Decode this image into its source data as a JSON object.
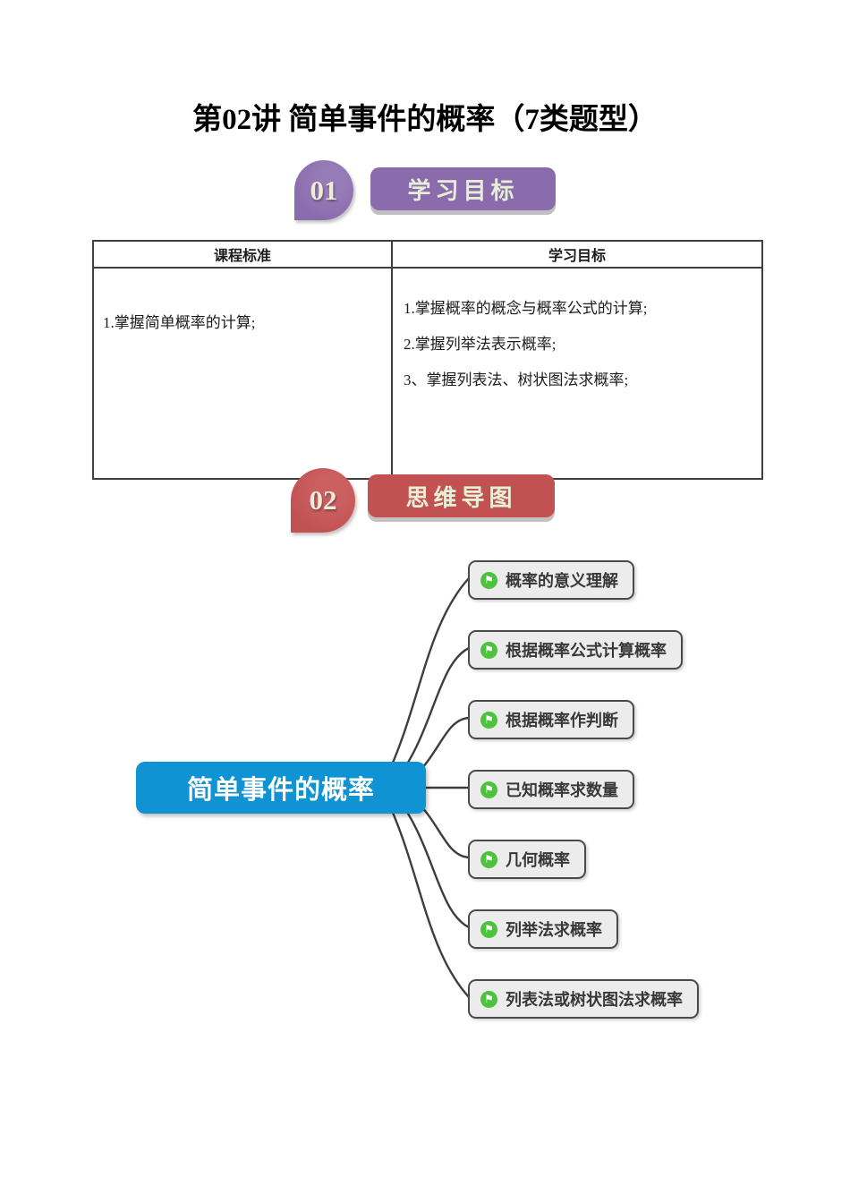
{
  "page": {
    "title": "第02讲 简单事件的概率（7类题型）"
  },
  "sections": {
    "learning_goals": {
      "number": "01",
      "banner": "学习目标"
    },
    "mind_map": {
      "number": "02",
      "banner": "思维导图"
    }
  },
  "table": {
    "headers": [
      "课程标准",
      "学习目标"
    ],
    "standard": "1.掌握简单概率的计算;",
    "goals": [
      "1.掌握概率的概念与概率公式的计算;",
      "2.掌握列举法表示概率;",
      "3、掌握列表法、树状图法求概率;"
    ]
  },
  "mindmap": {
    "root": "简单事件的概率",
    "icon_glyph": "⚑",
    "nodes": [
      {
        "label": "概率的意义理解"
      },
      {
        "label": "根据概率公式计算概率"
      },
      {
        "label": "根据概率作判断"
      },
      {
        "label": "已知概率求数量"
      },
      {
        "label": "几何概率"
      },
      {
        "label": "列举法求概率"
      },
      {
        "label": "列表法或树状图法求概率"
      }
    ]
  },
  "colors": {
    "purple": "#8a6bac",
    "red": "#c25152",
    "blue": "#1093d2",
    "green_icon": "#4ec13e",
    "node_bg": "#ececec",
    "node_border": "#4a4a4a",
    "banner_text": "#e6efd6",
    "connector": "#3e3e3e"
  }
}
